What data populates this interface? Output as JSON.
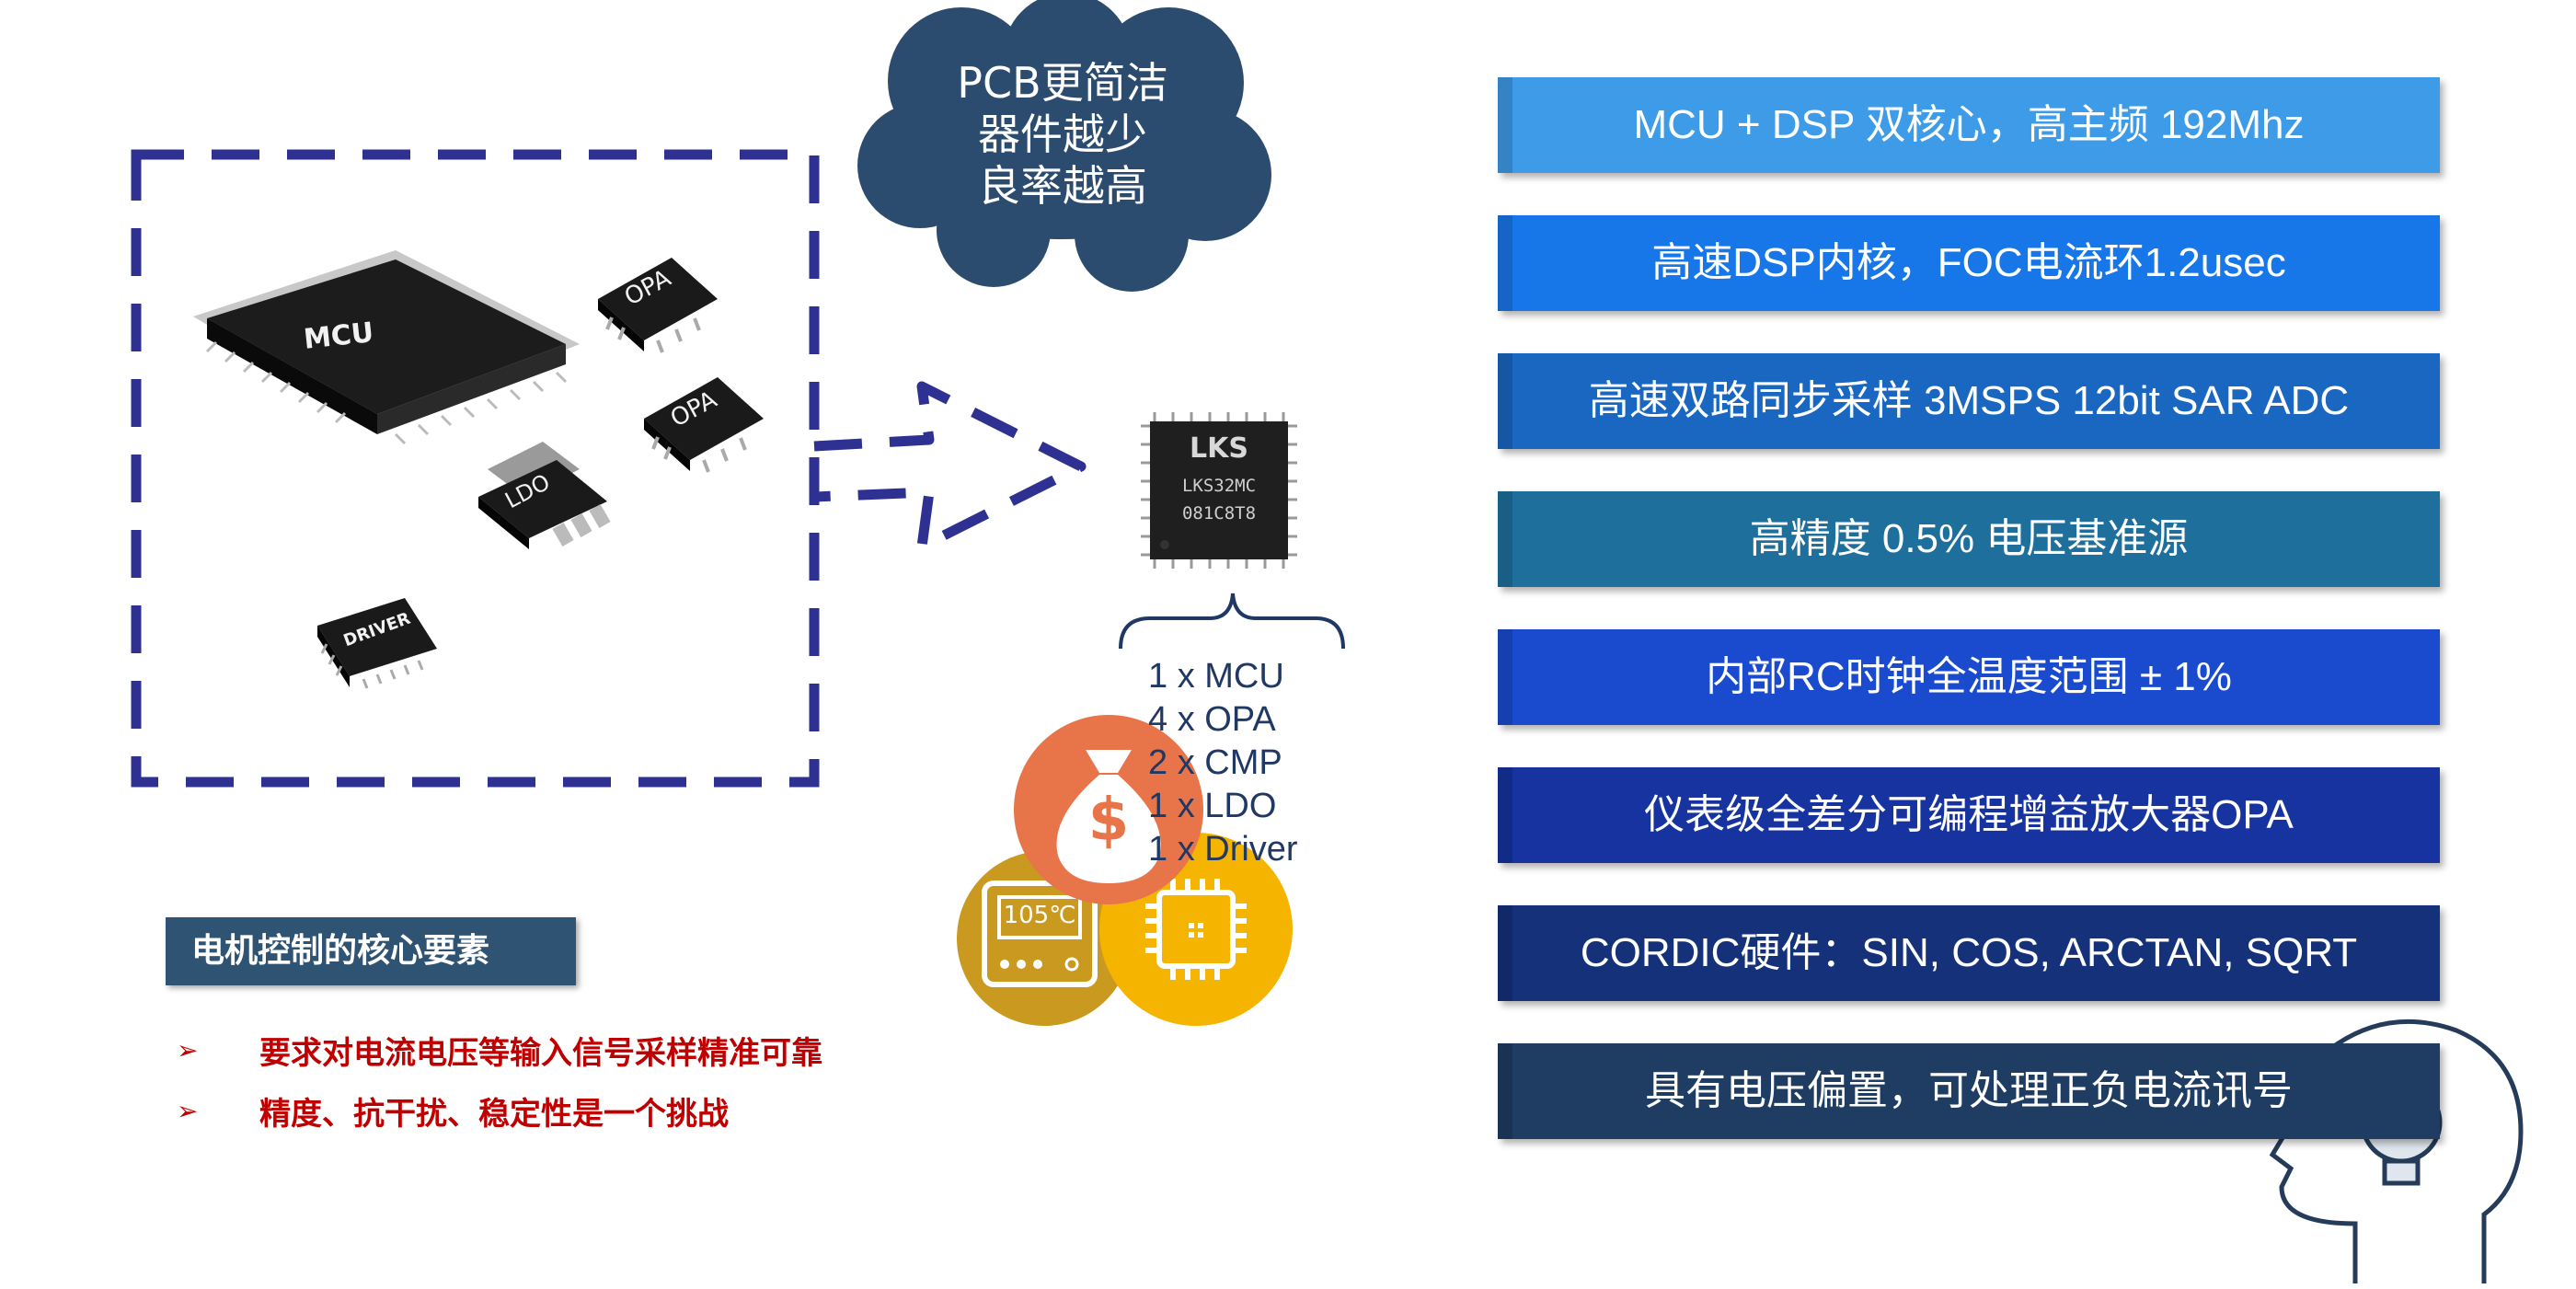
{
  "cloud": {
    "lines": [
      "PCB更简洁",
      "器件越少",
      "良率越高"
    ],
    "color": "#2b4c6f"
  },
  "chips": {
    "mcu": "MCU",
    "opa_1": "OPA",
    "opa_2": "OPA",
    "ldo": "LDO",
    "driver": "DRIVER",
    "lks_logo": "LKS",
    "lks_part": "LKS32MC",
    "lks_code": "081C8T8"
  },
  "bom": [
    "1 x MCU",
    "4 x OPA",
    "2 x CMP",
    "1 x LDO",
    "1 x Driver"
  ],
  "icons": {
    "money": "money-bag-icon",
    "dollar_symbol": "$",
    "thermometer_reading": "105℃",
    "chip": "chip-icon",
    "head": "head-lightbulb-icon"
  },
  "core": {
    "title": "电机控制的核心要素",
    "bullet_symbol": "➢",
    "items": [
      "要求对电流电压等输入信号采样精准可靠",
      "精度、抗干扰、稳定性是一个挑战"
    ]
  },
  "features": [
    {
      "text": "MCU + DSP 双核心，高主频 192Mhz",
      "color": "#3d9be8"
    },
    {
      "text": "高速DSP内核，FOC电流环1.2usec",
      "color": "#1877e8"
    },
    {
      "text": "高速双路同步采样 3MSPS 12bit SAR ADC",
      "color": "#1a67c2"
    },
    {
      "text": "高精度 0.5% 电压基准源",
      "color": "#1e6f9c"
    },
    {
      "text": "内部RC时钟全温度范围 ± 1%",
      "color": "#1a4bcf"
    },
    {
      "text": "仪表级全差分可编程增益放大器OPA",
      "color": "#16339f"
    },
    {
      "text": "CORDIC硬件：SIN, COS, ARCTAN, SQRT",
      "color": "#14317a"
    },
    {
      "text": "具有电压偏置，可处理正负电流讯号",
      "color": "#1f3c63"
    }
  ],
  "colors": {
    "dash": "#2e3192",
    "orange": "#e8744a",
    "gold": "#c99a1f",
    "yellow": "#f5b400"
  }
}
